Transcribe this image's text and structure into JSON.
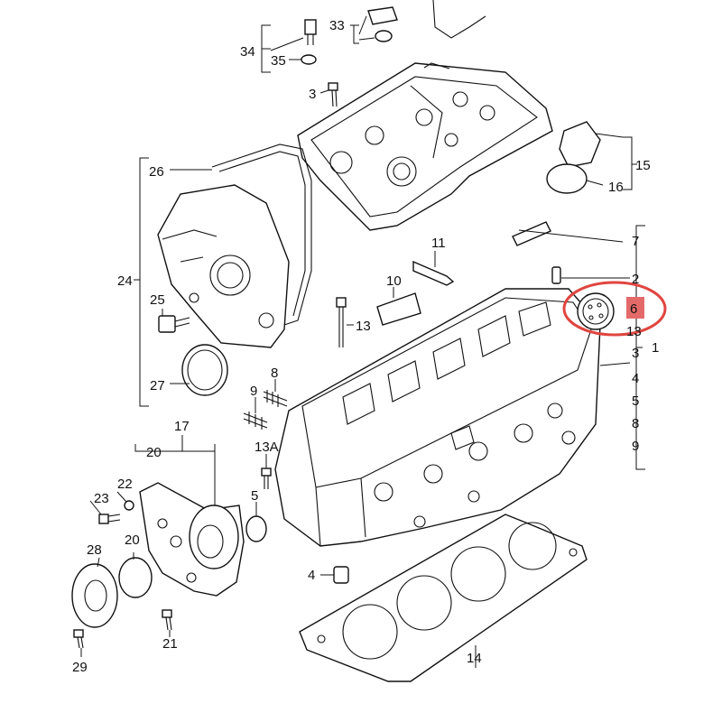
{
  "callouts": {
    "c1": "1",
    "c2": "2",
    "c3a": "3",
    "c3b": "3",
    "c4a": "4",
    "c4b": "4",
    "c5a": "5",
    "c5b": "5",
    "c6": "6",
    "c7": "7",
    "c8a": "8",
    "c8b": "8",
    "c9a": "9",
    "c9b": "9",
    "c10": "10",
    "c11": "11",
    "c13a": "13",
    "c13b": "13",
    "c13A": "13A",
    "c14": "14",
    "c15": "15",
    "c16": "16",
    "c17": "17",
    "c20a": "20",
    "c20b": "20",
    "c21": "21",
    "c22": "22",
    "c23": "23",
    "c24": "24",
    "c25": "25",
    "c26": "26",
    "c27": "27",
    "c28": "28",
    "c29": "29",
    "c33": "33",
    "c34": "34",
    "c35": "35"
  },
  "highlight": {
    "color": "#e0453f",
    "label_bg": "#e46a6a",
    "target": "6"
  }
}
